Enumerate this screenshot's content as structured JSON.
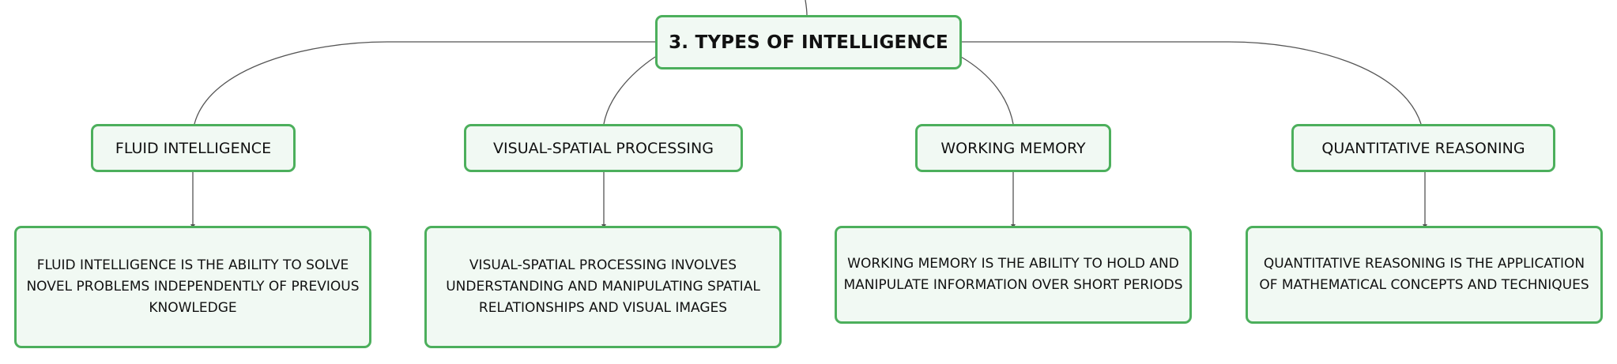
{
  "root": {
    "title": "3. TYPES OF INTELLIGENCE"
  },
  "branches": [
    {
      "label": "FLUID INTELLIGENCE",
      "description": "FLUID INTELLIGENCE IS THE ABILITY TO SOLVE NOVEL PROBLEMS INDEPENDENTLY OF PREVIOUS KNOWLEDGE"
    },
    {
      "label": "VISUAL-SPATIAL PROCESSING",
      "description": "VISUAL-SPATIAL PROCESSING INVOLVES UNDERSTANDING AND MANIPULATING SPATIAL RELATIONSHIPS AND VISUAL IMAGES"
    },
    {
      "label": "WORKING MEMORY",
      "description": "WORKING MEMORY IS THE ABILITY TO HOLD AND MANIPULATE INFORMATION OVER SHORT PERIODS"
    },
    {
      "label": "QUANTITATIVE REASONING",
      "description": "QUANTITATIVE REASONING IS THE APPLICATION OF MATHEMATICAL CONCEPTS AND TECHNIQUES"
    }
  ],
  "colors": {
    "node_border": "#4caf5c",
    "node_fill": "#f1f9f3",
    "connector": "#555555"
  }
}
